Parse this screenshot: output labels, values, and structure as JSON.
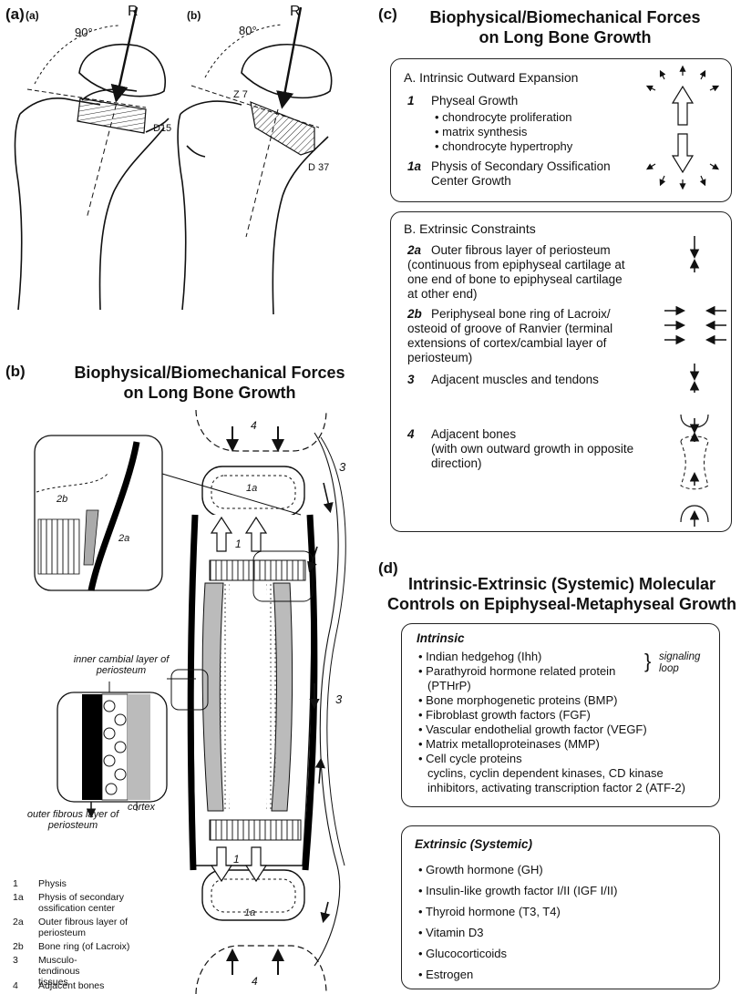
{
  "panel_a": {
    "label": "(a)",
    "sub_a": "(a)",
    "sub_b": "(b)",
    "angle_a": "90°",
    "angle_b": "80°",
    "force_a": "R",
    "force_b": "R",
    "d15": "D15",
    "z7": "Z 7",
    "d37": "D 37"
  },
  "panel_b": {
    "label": "(b)",
    "title_line1": "Biophysical/Biomechanical Forces",
    "title_line2": "on Long Bone Growth",
    "inset_labels": {
      "l2b": "2b",
      "l2a": "2a"
    },
    "cambial": "inner cambial layer of periosteum",
    "fibrous": "outer fibrous layer of periosteum",
    "cortex": "cortex",
    "bone_labels": {
      "top4": "4",
      "top1a": "1a",
      "top1": "1",
      "right3a": "3",
      "right3b": "3",
      "bot1": "1",
      "bot1a": "1a",
      "bot4": "4"
    },
    "legend": [
      {
        "num": "1",
        "text": "Physis"
      },
      {
        "num": "1a",
        "text": "Physis of secondary ossification center"
      },
      {
        "num": "2a",
        "text": "Outer fibrous layer of periosteum"
      },
      {
        "num": "2b",
        "text": "Bone ring (of Lacroix)"
      },
      {
        "num": "3",
        "text": "Musculo-tendinous tissues"
      },
      {
        "num": "4",
        "text": "Adjacent bones"
      }
    ]
  },
  "panel_c": {
    "label": "(c)",
    "title_line1": "Biophysical/Biomechanical Forces",
    "title_line2": "on Long Bone Growth",
    "sectionA": {
      "heading": "A. Intrinsic Outward Expansion",
      "item1_num": "1",
      "item1_text": "Physeal Growth",
      "bullets": [
        "chondrocyte proliferation",
        "matrix synthesis",
        "chondrocyte hypertrophy"
      ],
      "item1a_num": "1a",
      "item1a_line1": "Physis of Secondary Ossification",
      "item1a_line2": "Center Growth"
    },
    "sectionB": {
      "heading": "B. Extrinsic Constraints",
      "items": [
        {
          "num": "2a",
          "lines": [
            "Outer fibrous layer of periosteum",
            "(continuous from epiphyseal cartilage at",
            "one end of bone to epiphyseal cartilage",
            "at other end)"
          ]
        },
        {
          "num": "2b",
          "lines": [
            "Periphyseal bone ring of Lacroix/",
            "osteoid of groove of Ranvier (terminal",
            "extensions of cortex/cambial layer of",
            "periosteum)"
          ]
        },
        {
          "num": "3",
          "lines": [
            "Adjacent muscles and tendons"
          ]
        },
        {
          "num": "4",
          "lines": [
            "Adjacent bones",
            "(with own outward growth in opposite",
            "direction)"
          ]
        }
      ]
    }
  },
  "panel_d": {
    "label": "(d)",
    "title_line1": "Intrinsic-Extrinsic (Systemic) Molecular",
    "title_line2": "Controls on Epiphyseal-Metaphyseal Growth",
    "intrinsic_heading": "Intrinsic",
    "intrinsic_items": [
      "Indian hedgehog (Ihh)",
      "Parathyroid hormone related protein",
      "Bone morphogenetic proteins (BMP)",
      "Fibroblast growth factors (FGF)",
      "Vascular endothelial growth factor (VEGF)",
      "Matrix metalloproteinases (MMP)",
      "Cell cycle proteins"
    ],
    "pthrp_cont": "(PTHrP)",
    "signaling_1": "signaling",
    "signaling_2": "loop",
    "cell_cycle_line1": "cyclins, cyclin dependent kinases, CD kinase",
    "cell_cycle_line2": "inhibitors, activating transcription factor 2 (ATF-2)",
    "extrinsic_heading": "Extrinsic (Systemic)",
    "extrinsic_items": [
      "Growth hormone (GH)",
      "Insulin-like growth factor I/II (IGF I/II)",
      "Thyroid hormone (T3, T4)",
      "Vitamin D3",
      "Glucocorticoids",
      "Estrogen"
    ]
  }
}
